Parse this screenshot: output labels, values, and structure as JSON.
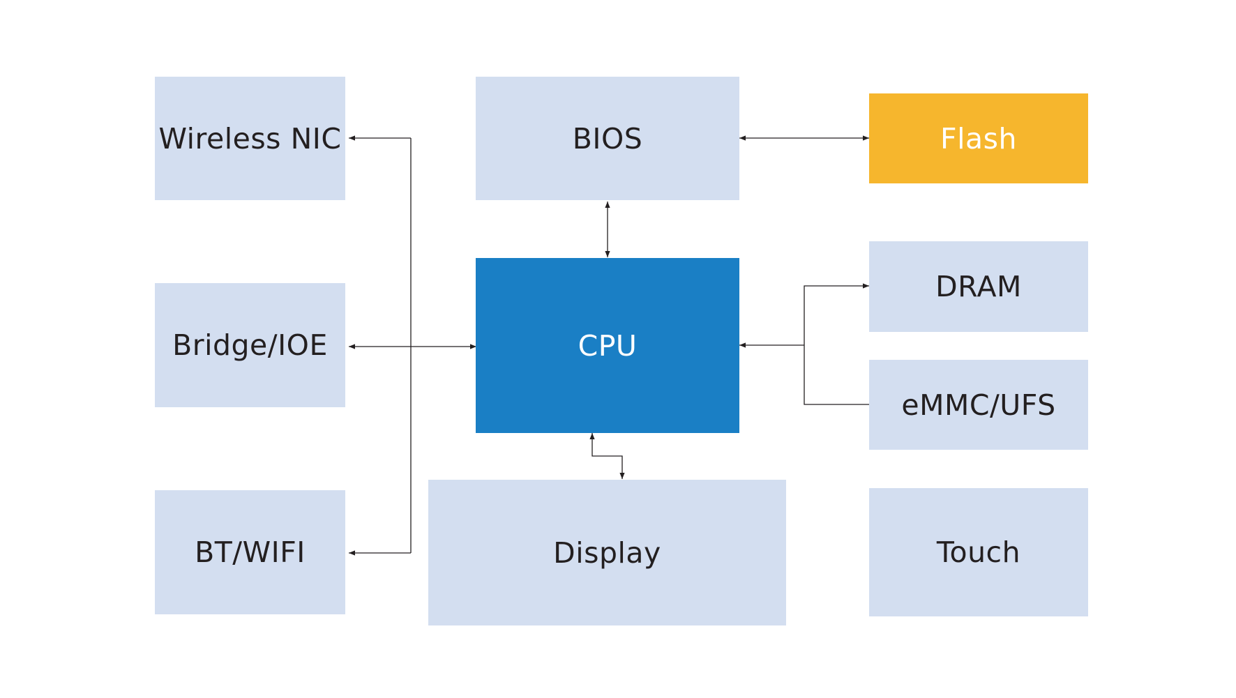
{
  "nodes": {
    "wireless_nic": "Wireless NIC",
    "bridge_ioe": "Bridge/IOE",
    "bt_wifi": "BT/WIFI",
    "bios": "BIOS",
    "cpu": "CPU",
    "display": "Display",
    "flash": "Flash",
    "dram": "DRAM",
    "emmc_ufs": "eMMC/UFS",
    "touch": "Touch"
  },
  "colors": {
    "node_fill": "#d3def0",
    "cpu_fill": "#1a7fc5",
    "flash_fill": "#f6b62d",
    "text_dark": "#231f20",
    "text_light": "#ffffff",
    "line": "#231f20"
  },
  "connections": [
    {
      "from": "cpu",
      "to": "wireless_nic",
      "direction": "bidirectional"
    },
    {
      "from": "cpu",
      "to": "bridge_ioe",
      "direction": "bidirectional"
    },
    {
      "from": "cpu",
      "to": "bt_wifi",
      "direction": "bidirectional"
    },
    {
      "from": "cpu",
      "to": "bios",
      "direction": "bidirectional"
    },
    {
      "from": "bios",
      "to": "flash",
      "direction": "bidirectional"
    },
    {
      "from": "cpu",
      "to": "display",
      "direction": "bidirectional"
    },
    {
      "from": "cpu",
      "to": "dram",
      "direction": "bidirectional"
    },
    {
      "from": "emmc_ufs",
      "to": "cpu",
      "direction": "to-cpu"
    }
  ]
}
